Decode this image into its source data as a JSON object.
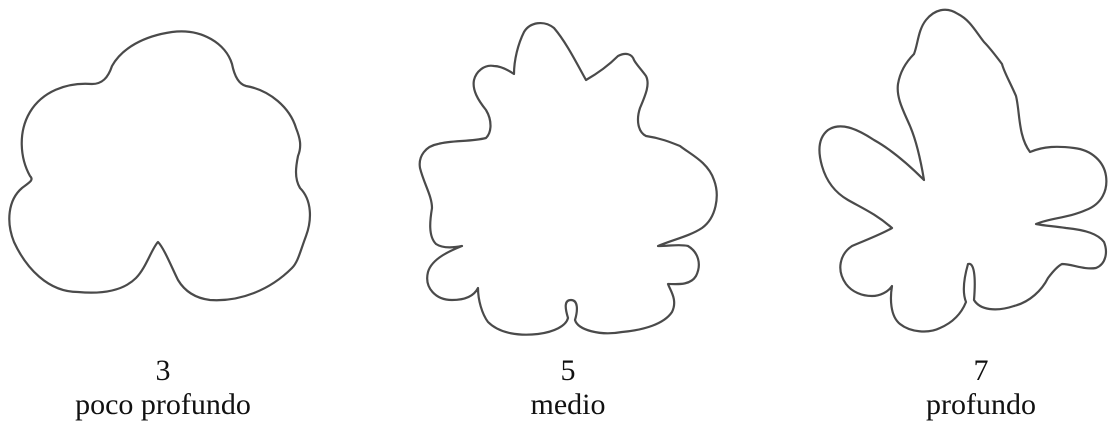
{
  "leaves": [
    {
      "number": "3",
      "label": "poco profundo"
    },
    {
      "number": "5",
      "label": "medio"
    },
    {
      "number": "7",
      "label": "profundo"
    }
  ]
}
